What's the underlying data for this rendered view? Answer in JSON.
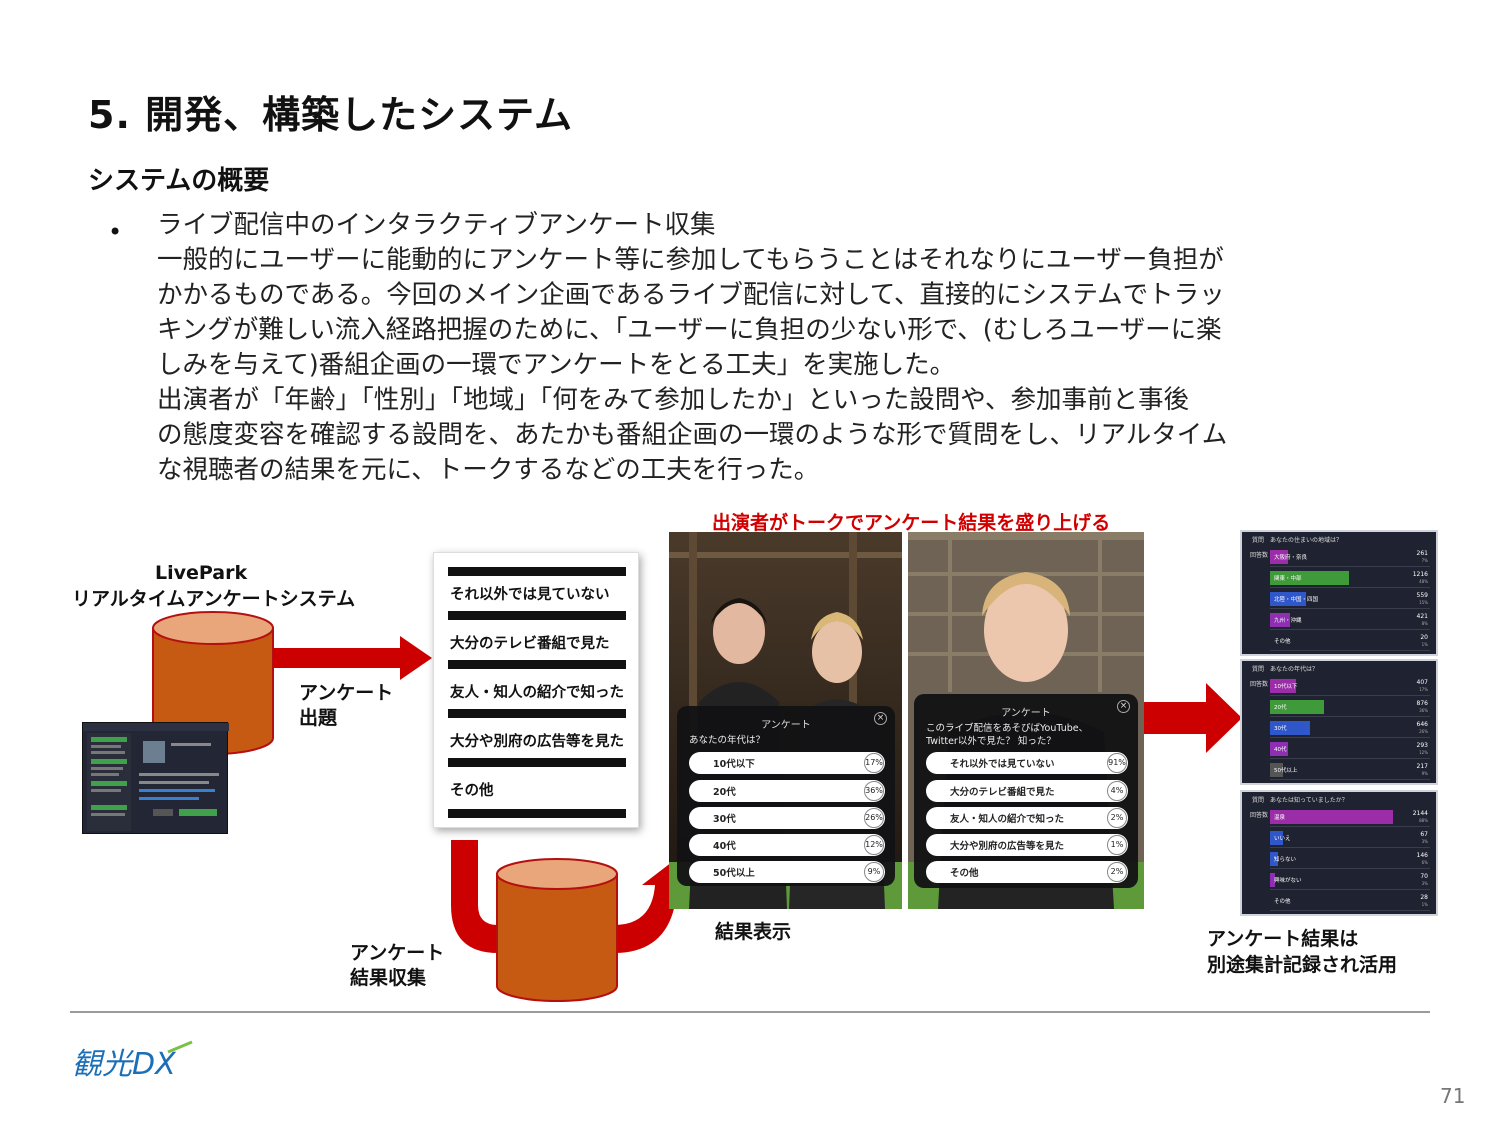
{
  "slide": {
    "title": "5. 開発、構築したシステム",
    "subtitle": "システムの概要",
    "bullet": "•",
    "body_lines": [
      "ライブ配信中のインタラクティブアンケート収集",
      "一般的にユーザーに能動的にアンケート等に参加してもらうことはそれなりにユーザー負担が",
      "かかるものである。今回のメイン企画であるライブ配信に対して、直接的にシステムでトラッ",
      "キングが難しい流入経路把握のために、「ユーザーに負担の少ない形で、(むしろユーザーに楽",
      "しみを与えて)番組企画の一環でアンケートをとる工夫」を実施した。",
      "出演者が「年齢」「性別」「地域」「何をみて参加したか」といった設問や、参加事前と事後",
      "の態度変容を確認する設問を、あたかも番組企画の一環のような形で質問をし、リアルタイム",
      "な視聴者の結果を元に、トークするなどの工夫を行った。"
    ],
    "page_number": "71"
  },
  "diagram": {
    "system_label_line1": "LivePark",
    "system_label_line2": "リアルタイムアンケートシステム",
    "issue_label_line1": "アンケート",
    "issue_label_line2": "出題",
    "collect_label_line1": "アンケート",
    "collect_label_line2": "結果収集",
    "red_caption": "出演者がトークでアンケート結果を盛り上げる",
    "display_label": "結果表示",
    "results_label_line1": "アンケート結果は",
    "results_label_line2": "別途集計記録され活用",
    "survey_options": [
      "それ以外では見ていない",
      "大分のテレビ番組で見た",
      "友人・知人の紹介で知った",
      "大分や別府の広告等を見た",
      "その他"
    ],
    "overlay_age": {
      "title": "アンケート",
      "close": "×",
      "question": "あなたの年代は？",
      "options": [
        {
          "label": "10代以下",
          "pct": "17%"
        },
        {
          "label": "20代",
          "pct": "36%"
        },
        {
          "label": "30代",
          "pct": "26%"
        },
        {
          "label": "40代",
          "pct": "12%"
        },
        {
          "label": "50代以上",
          "pct": "9%"
        }
      ]
    },
    "overlay_source": {
      "title": "アンケート",
      "close": "×",
      "question": "このライブ配信をあそびばYouTube、Twitter以外で見た？ 知った？",
      "options": [
        {
          "label": "それ以外では見ていない",
          "pct": "91%"
        },
        {
          "label": "大分のテレビ番組で見た",
          "pct": "4%"
        },
        {
          "label": "友人・知人の紹介で知った",
          "pct": "2%"
        },
        {
          "label": "大分や別府の広告等を見た",
          "pct": "1%"
        },
        {
          "label": "その他",
          "pct": "2%"
        }
      ]
    },
    "result_panels": [
      {
        "head": "質問　あなたの住まいの地域は？",
        "label": "回答数",
        "rows": [
          {
            "text": "大阪府・奈良",
            "value": "261",
            "pct": "7%",
            "fill": 0.14,
            "color": "#9b2ea8"
          },
          {
            "text": "関東・中部",
            "value": "1216",
            "pct": "48%",
            "fill": 0.62,
            "color": "#3f9a3a"
          },
          {
            "text": "北陸・中国・四国",
            "value": "559",
            "pct": "15%",
            "fill": 0.28,
            "color": "#2f57c9"
          },
          {
            "text": "九州・沖縄",
            "value": "421",
            "pct": "8%",
            "fill": 0.16,
            "color": "#8d2fb0"
          },
          {
            "text": "その他",
            "value": "20",
            "pct": "1%",
            "fill": 0.0,
            "color": "#555"
          }
        ]
      },
      {
        "head": "質問　あなたの年代は？",
        "label": "回答数",
        "rows": [
          {
            "text": "10代以下",
            "value": "407",
            "pct": "17%",
            "fill": 0.2,
            "color": "#9b2ea8"
          },
          {
            "text": "20代",
            "value": "876",
            "pct": "36%",
            "fill": 0.42,
            "color": "#3f9a3a"
          },
          {
            "text": "30代",
            "value": "646",
            "pct": "26%",
            "fill": 0.31,
            "color": "#2f57c9"
          },
          {
            "text": "40代",
            "value": "293",
            "pct": "12%",
            "fill": 0.14,
            "color": "#8d2fb0"
          },
          {
            "text": "50代以上",
            "value": "217",
            "pct": "9%",
            "fill": 0.1,
            "color": "#555"
          }
        ]
      },
      {
        "head": "質問　あなたは知っていましたか？",
        "label": "回答数",
        "rows": [
          {
            "text": "温泉",
            "value": "2144",
            "pct": "88%",
            "fill": 0.96,
            "color": "#9b2ea8"
          },
          {
            "text": "いいえ",
            "value": "67",
            "pct": "3%",
            "fill": 0.1,
            "color": "#2f57c9"
          },
          {
            "text": "知らない",
            "value": "146",
            "pct": "6%",
            "fill": 0.06,
            "color": "#2f57c9"
          },
          {
            "text": "興味がない",
            "value": "70",
            "pct": "3%",
            "fill": 0.04,
            "color": "#8d2fb0"
          },
          {
            "text": "その他",
            "value": "28",
            "pct": "1%",
            "fill": 0.0,
            "color": "#555"
          }
        ]
      }
    ]
  },
  "logo_text": "観光DX",
  "colors": {
    "arrow_red": "#cc0000",
    "cylinder_fill": "#c75a12",
    "cylinder_top": "#e9a67a",
    "caption_red": "#d10000"
  }
}
